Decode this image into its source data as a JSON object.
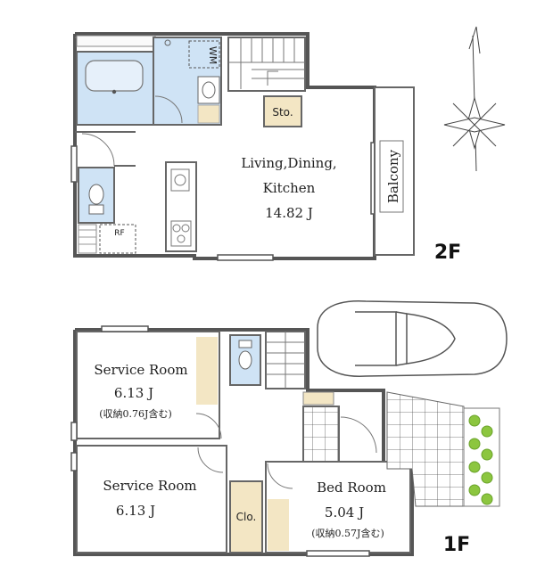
{
  "floor2": {
    "tag": "2F",
    "living_room": {
      "line1": "Living,Dining,",
      "line2": "Kitchen",
      "size": "14.82 J"
    },
    "balcony": "Balcony",
    "storage": "Sto.",
    "washer": "WM",
    "roof_access": "RF"
  },
  "floor1": {
    "tag": "1F",
    "service_room_1": {
      "name": "Service Room",
      "size": "6.13 J",
      "note": "(収納0.76J含む)"
    },
    "service_room_2": {
      "name": "Service Room",
      "size": "6.13 J"
    },
    "bed_room": {
      "name": "Bed Room",
      "size": "5.04 J",
      "note": "(収納0.57J含む)"
    },
    "closet": "Clo."
  },
  "colors": {
    "wall": "#555555",
    "wet_area": "#cfe3f5",
    "storage": "#f3e6c4",
    "plant": "#8cc63f"
  }
}
